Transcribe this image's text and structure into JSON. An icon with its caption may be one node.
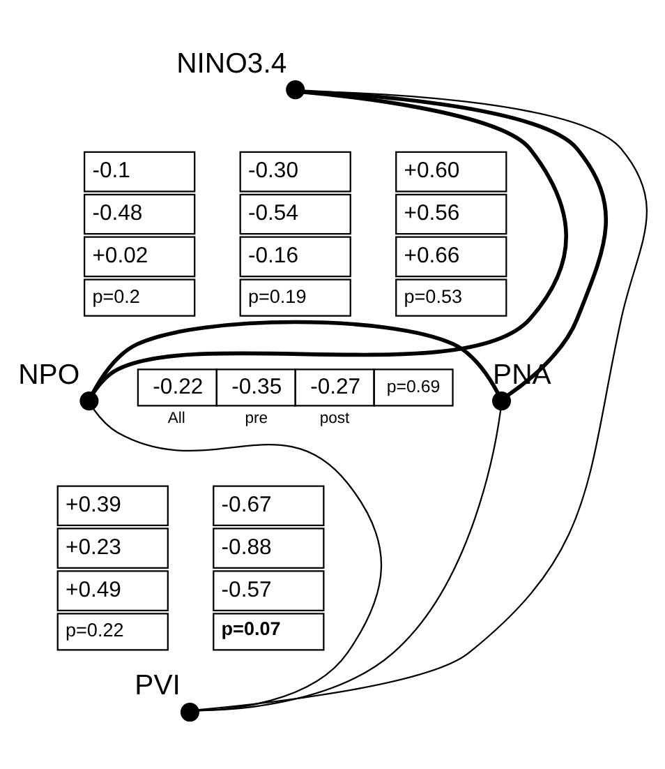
{
  "diagram": {
    "nodes": [
      {
        "text": [],
        "shape": "circle",
        "beside": [
          "NINO3.4"
        ]
      },
      {
        "text": [
          "-0.1",
          "-0.48",
          "+0.02",
          "p=0.2"
        ]
      },
      {
        "text": [
          "+0.60",
          "+0.56",
          "+0.66",
          "p=0.53"
        ]
      },
      {
        "text": [
          "-0.30",
          "-0.54",
          "-0.16",
          "p=0.19"
        ]
      },
      {
        "text": [],
        "shape": "circle",
        "beside": [
          "NPO"
        ]
      },
      {
        "text": [],
        "shape": "circle",
        "beside": [
          "PNA"
        ]
      },
      {
        "text": [
          "-0.22",
          "-0.35",
          "-0.27",
          "p=0.69",
          "All",
          "pre",
          "post"
        ]
      },
      {
        "text": [
          "+0.39",
          "+0.23",
          "+0.49",
          "p=0.22"
        ]
      },
      {
        "text": [
          "-0.67",
          "-0.88",
          "-0.57",
          "p=0.07"
        ]
      },
      {
        "text": [],
        "shape": "circle",
        "beside": [
          "PVI"
        ]
      }
    ],
    "edges": [
      {
        "from": 0,
        "to": 4,
        "arrow": "none",
        "style": "thick"
      },
      {
        "from": 0,
        "to": 5,
        "arrow": "none",
        "style": "thick"
      },
      {
        "from": 0,
        "to": 9,
        "arrow": "none"
      },
      {
        "from": 4,
        "to": 5,
        "arrow": "none",
        "style": "thick"
      },
      {
        "from": 4,
        "to": 9,
        "arrow": "none"
      },
      {
        "from": 5,
        "to": 9,
        "arrow": "none"
      }
    ]
  }
}
